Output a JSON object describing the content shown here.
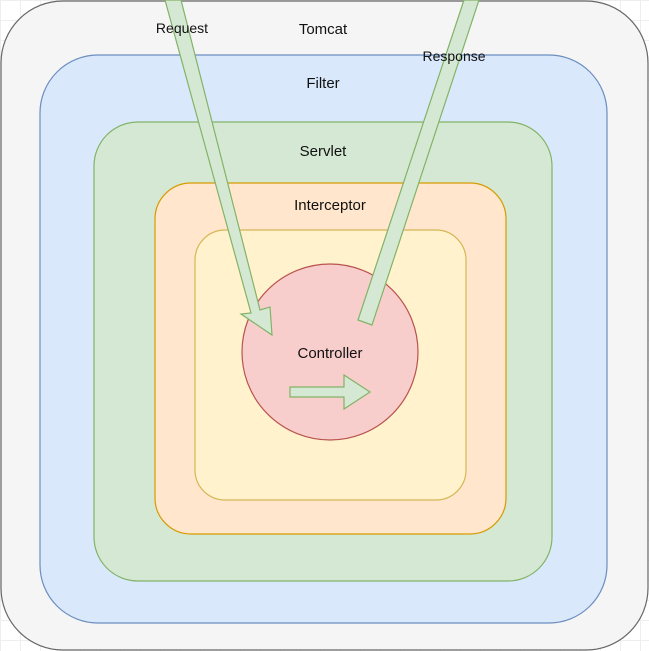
{
  "layers": {
    "tomcat": "Tomcat",
    "filter": "Filter",
    "servlet": "Servlet",
    "interceptor": "Interceptor",
    "controller": "Controller"
  },
  "flows": {
    "request": "Request",
    "response": "Response"
  },
  "colors": {
    "tomcat_fill": "#f5f5f5",
    "tomcat_stroke": "#666666",
    "filter_fill": "#dae8fc",
    "filter_stroke": "#6c8ebf",
    "servlet_fill": "#d5e8d4",
    "servlet_stroke": "#82b366",
    "interceptor_fill": "#ffe6cc",
    "interceptor_stroke": "#d79b00",
    "inner_fill": "#fff2cc",
    "inner_stroke": "#d6b656",
    "controller_fill": "#f8cecc",
    "controller_stroke": "#b85450",
    "arrow_fill": "#d5e8d4",
    "arrow_stroke": "#82b366"
  }
}
